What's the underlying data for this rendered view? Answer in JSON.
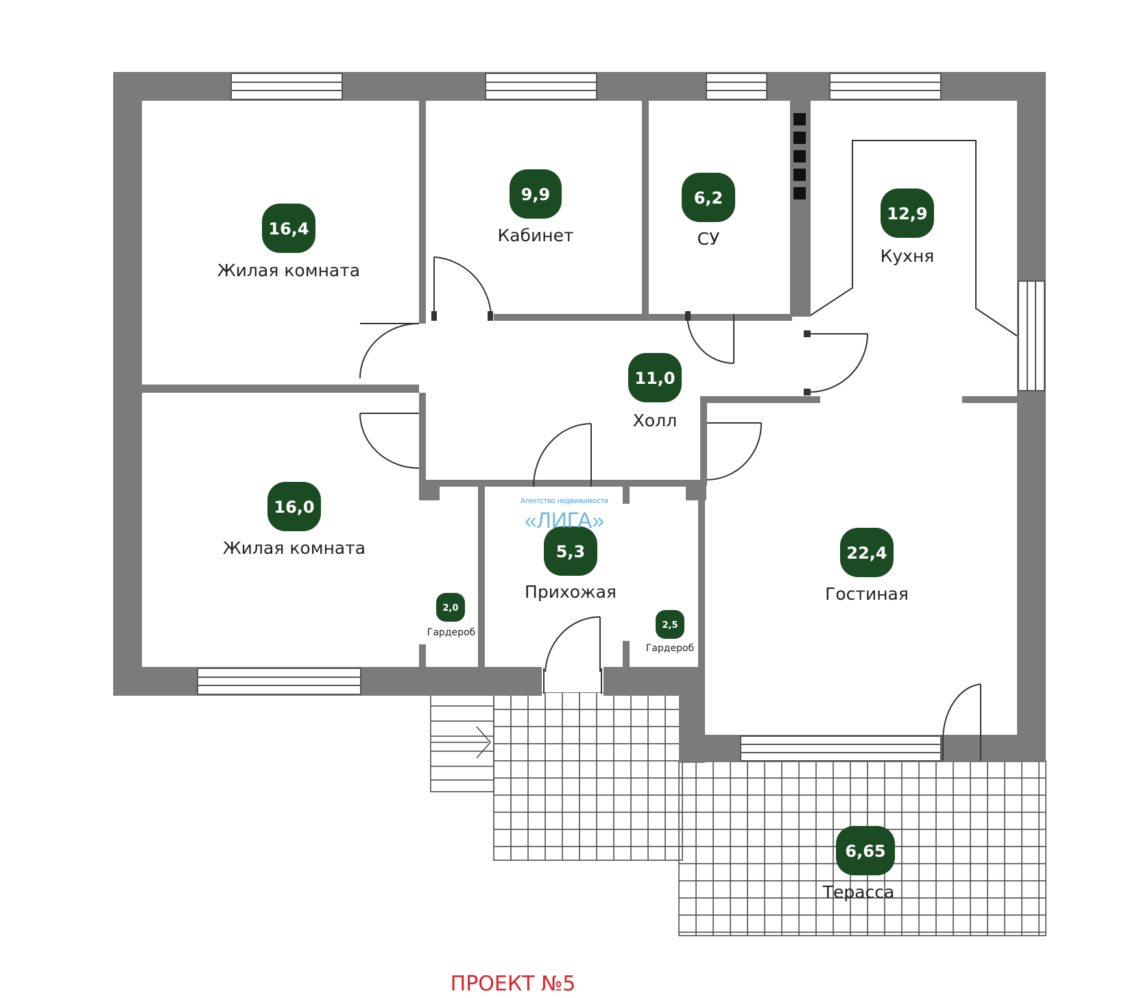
{
  "colors": {
    "wall": "#7b7b7b",
    "badge": "#1b4b22",
    "badge_text": "#ffffff",
    "room_text": "#222222",
    "title": "#d9222a",
    "watermark": "#4aa7d8",
    "grid": "#444444"
  },
  "rooms": [
    {
      "id": "living-1",
      "area": "16,4",
      "name": "Жилая комната"
    },
    {
      "id": "cabinet",
      "area": "9,9",
      "name": "Кабинет"
    },
    {
      "id": "bathroom",
      "area": "6,2",
      "name": "СУ"
    },
    {
      "id": "kitchen",
      "area": "12,9",
      "name": "Кухня"
    },
    {
      "id": "hall",
      "area": "11,0",
      "name": "Холл"
    },
    {
      "id": "living-2",
      "area": "16,0",
      "name": "Жилая комната"
    },
    {
      "id": "entrance",
      "area": "5,3",
      "name": "Прихожая"
    },
    {
      "id": "guest-room",
      "area": "22,4",
      "name": "Гостиная"
    },
    {
      "id": "wardrobe-1",
      "area": "2,0",
      "name": "Гардероб"
    },
    {
      "id": "wardrobe-2",
      "area": "2,5",
      "name": "Гардероб"
    },
    {
      "id": "terrace",
      "area": "6,65",
      "name": "Терасса"
    }
  ],
  "watermark": {
    "line1": "Агентство недвижимости",
    "line2": "«ЛИГА»"
  },
  "title": "ПРОЕКТ №5"
}
